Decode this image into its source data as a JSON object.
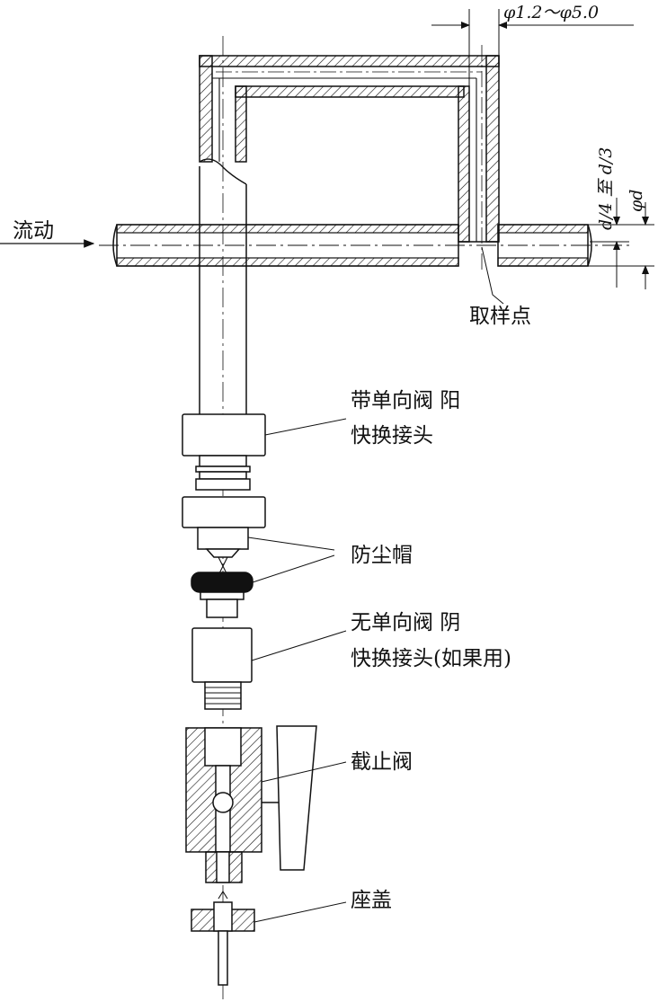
{
  "labels": {
    "flow": "流动",
    "diameter_range": "φ1.2～φ5.0",
    "depth_range": "d/4 至 d/3",
    "pipe_diameter": "φd",
    "sampling_point": "取样点",
    "male_coupling_line1": "带单向阀 阳",
    "male_coupling_line2": "快换接头",
    "dust_cap": "防尘帽",
    "female_coupling_line1": "无单向阀 阴",
    "female_coupling_line2": "快换接头(如果用)",
    "shutoff_valve": "截止阀",
    "seat_cap": "座盖"
  },
  "colors": {
    "line": "#111111",
    "background": "#ffffff"
  }
}
